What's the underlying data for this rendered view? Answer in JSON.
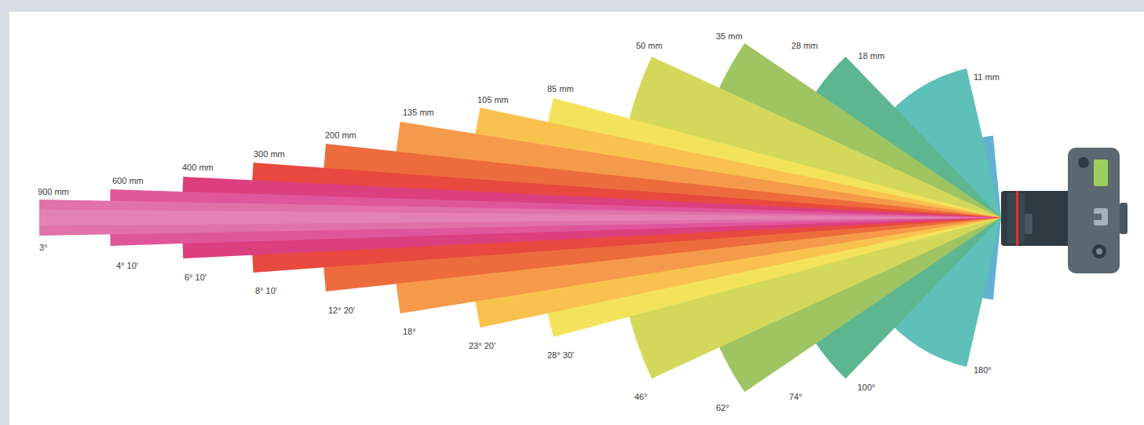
{
  "diagram": {
    "labels": [
      "900 mm",
      "3°",
      "600 mm",
      "4° 10′",
      "400 mm",
      "6° 10′",
      "300 mm",
      "8° 10′",
      "200 mm",
      "12° 20′",
      "135 mm",
      "18°",
      "105 mm",
      "23° 20′",
      "85 mm",
      "28° 30′",
      "50 mm",
      "46°",
      "35 mm",
      "62°",
      "28 mm",
      "74°",
      "18 mm",
      "100°",
      "11 mm",
      "180°"
    ]
  }
}
